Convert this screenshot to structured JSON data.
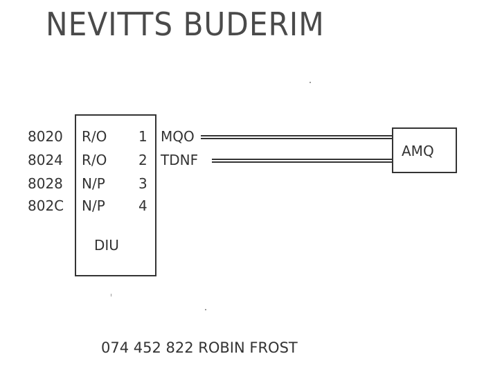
{
  "title": "NEVITTS BUDERIM",
  "div_block": {
    "label": "DIU",
    "rows": [
      {
        "address": "8020",
        "mode": "R/O",
        "pin": "1",
        "signal": "MQO"
      },
      {
        "address": "8024",
        "mode": "R/O",
        "pin": "2",
        "signal": "TDNF"
      },
      {
        "address": "8028",
        "mode": "N/P",
        "pin": "3"
      },
      {
        "address": "802C",
        "mode": "N/P",
        "pin": "4"
      }
    ]
  },
  "target_block": {
    "label": "AMQ"
  },
  "footer": "074 452 822 ROBIN FROST",
  "colors": {
    "ink": "#333333",
    "background": "#ffffff"
  }
}
